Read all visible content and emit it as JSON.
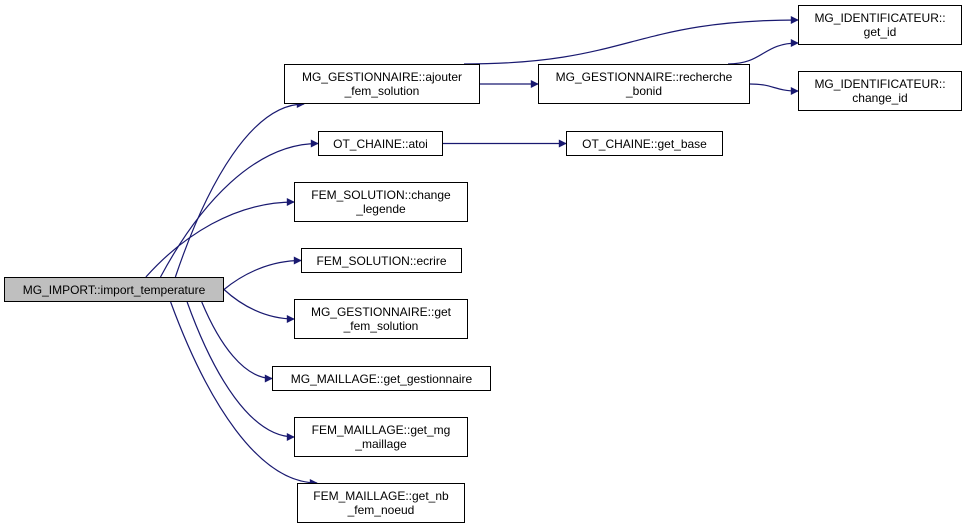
{
  "diagram": {
    "type": "call-graph",
    "edge_color": "#191970",
    "root_fill": "#bfbfbf",
    "nodes": {
      "root": {
        "label": "MG_IMPORT::import_temperature",
        "root": true
      },
      "ajouter": {
        "label": "MG_GESTIONNAIRE::ajouter\n_fem_solution"
      },
      "recherche": {
        "label": "MG_GESTIONNAIRE::recherche\n_bonid"
      },
      "get_id": {
        "label": "MG_IDENTIFICATEUR::\nget_id"
      },
      "change_id": {
        "label": "MG_IDENTIFICATEUR::\nchange_id"
      },
      "atoi": {
        "label": "OT_CHAINE::atoi"
      },
      "get_base": {
        "label": "OT_CHAINE::get_base"
      },
      "change_legende": {
        "label": "FEM_SOLUTION::change\n_legende"
      },
      "ecrire": {
        "label": "FEM_SOLUTION::ecrire"
      },
      "get_fem_solution": {
        "label": "MG_GESTIONNAIRE::get\n_fem_solution"
      },
      "get_gestionnaire": {
        "label": "MG_MAILLAGE::get_gestionnaire"
      },
      "get_mg_maillage": {
        "label": "FEM_MAILLAGE::get_mg\n_maillage"
      },
      "get_nb_fem_noeud": {
        "label": "FEM_MAILLAGE::get_nb\n_fem_noeud"
      }
    },
    "edges": [
      {
        "from": "root",
        "to": "ajouter"
      },
      {
        "from": "root",
        "to": "atoi"
      },
      {
        "from": "root",
        "to": "change_legende"
      },
      {
        "from": "root",
        "to": "ecrire"
      },
      {
        "from": "root",
        "to": "get_fem_solution"
      },
      {
        "from": "root",
        "to": "get_gestionnaire"
      },
      {
        "from": "root",
        "to": "get_mg_maillage"
      },
      {
        "from": "root",
        "to": "get_nb_fem_noeud"
      },
      {
        "from": "ajouter",
        "to": "get_id"
      },
      {
        "from": "ajouter",
        "to": "recherche"
      },
      {
        "from": "recherche",
        "to": "get_id"
      },
      {
        "from": "recherche",
        "to": "change_id"
      },
      {
        "from": "atoi",
        "to": "get_base"
      }
    ]
  }
}
